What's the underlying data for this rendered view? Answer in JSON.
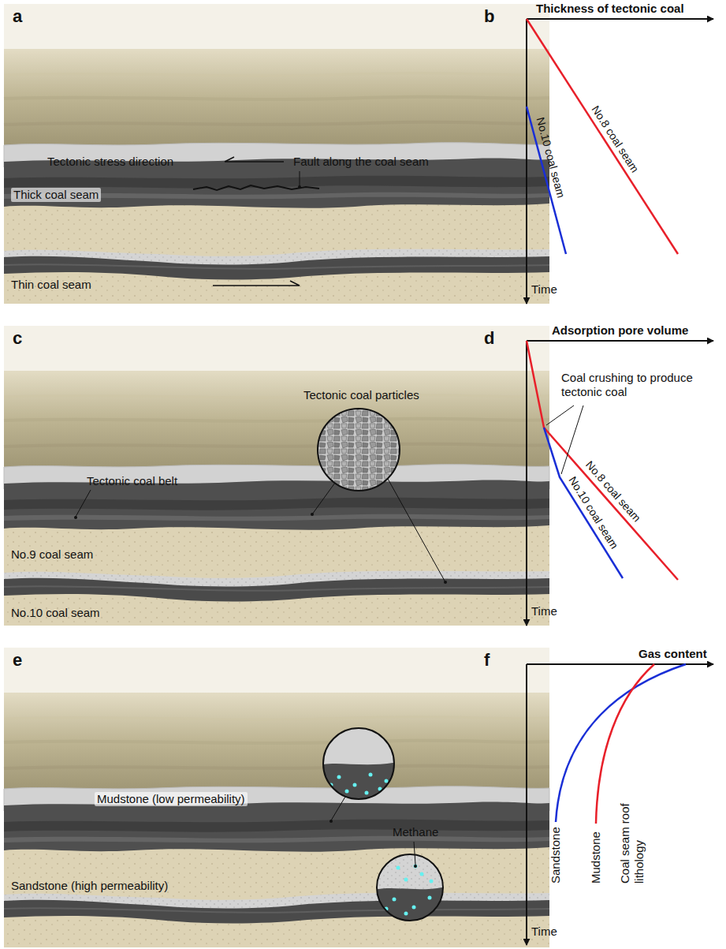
{
  "diagram": {
    "labels": [
      "a",
      "Tectonic stress direction",
      "Fault along the coal seam",
      "Thick coal seam",
      "Thin coal seam",
      "b",
      "Thickness of tectonic coal",
      "Time",
      "No.10 coal seam",
      "No.8 coal seam",
      "c",
      "Tectonic coal particles",
      "Tectonic coal belt",
      "No.9 coal seam",
      "No.10 coal seam",
      "d",
      "Adsorption pore volume",
      "Coal crushing to produce tectonic coal",
      "Time",
      "No.10 coal seam",
      "No.8 coal seam",
      "e",
      "Mudstone (low permeability)",
      "Methane",
      "Sandstone (high permeability)",
      "f",
      "Gas content",
      "Time",
      "Sandstone",
      "Mudstone",
      "Coal seam roof lithology"
    ]
  }
}
